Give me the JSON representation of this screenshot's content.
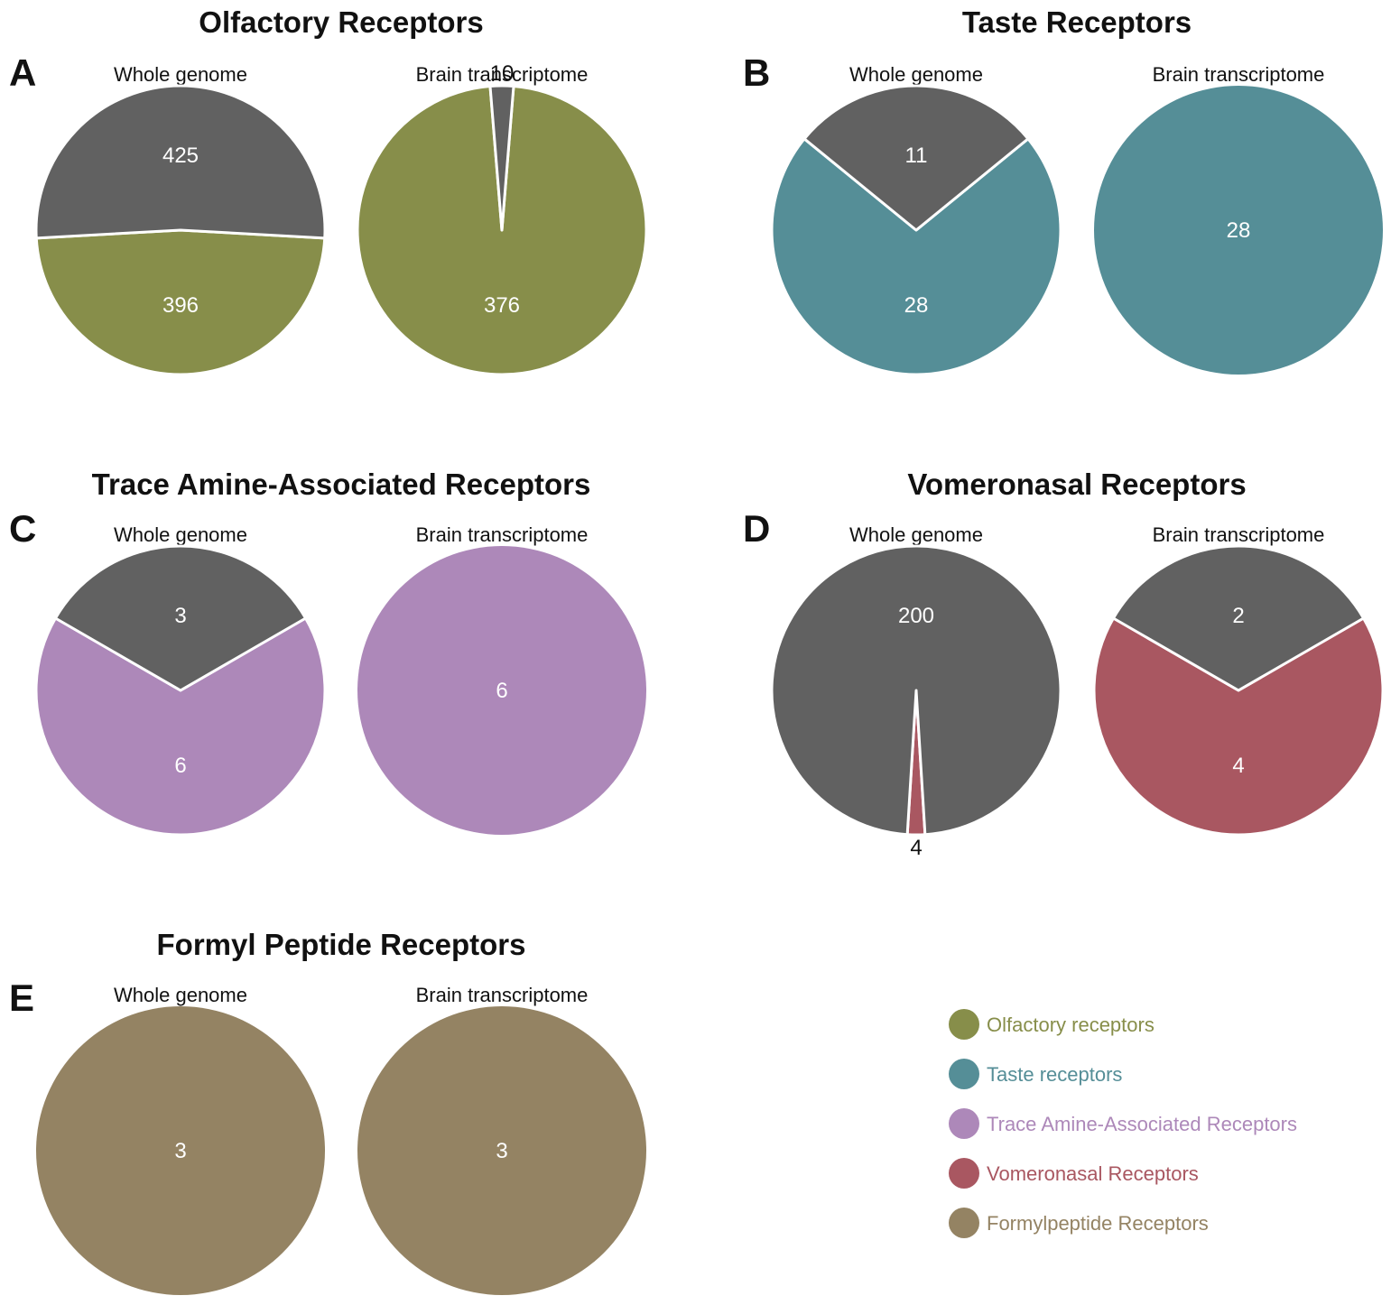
{
  "colors": {
    "Olfactory receptors": "#878e4a",
    "Taste receptors": "#558e97",
    "Trace Amine-Associated Receptors": "#ad88b9",
    "Vomeronasal Receptors": "#a95761",
    "Formylpeptide Receptors": "#948363",
    "other": "#616161"
  },
  "legend": [
    "Olfactory receptors",
    "Taste receptors",
    "Trace Amine-Associated Receptors",
    "Vomeronasal Receptors",
    "Formylpeptide Receptors"
  ],
  "chart_data": [
    {
      "type": "pie",
      "panel": "A",
      "title": "Olfactory Receptors",
      "category": "Olfactory receptors",
      "pies": [
        {
          "subtitle": "Whole genome",
          "slices": [
            {
              "series": "other",
              "value": 425
            },
            {
              "series": "Olfactory receptors",
              "value": 396
            }
          ]
        },
        {
          "subtitle": "Brain transcriptome",
          "slices": [
            {
              "series": "other",
              "value": 10
            },
            {
              "series": "Olfactory receptors",
              "value": 376
            }
          ]
        }
      ]
    },
    {
      "type": "pie",
      "panel": "B",
      "title": "Taste Receptors",
      "category": "Taste receptors",
      "pies": [
        {
          "subtitle": "Whole genome",
          "slices": [
            {
              "series": "other",
              "value": 11
            },
            {
              "series": "Taste receptors",
              "value": 28
            }
          ]
        },
        {
          "subtitle": "Brain transcriptome",
          "slices": [
            {
              "series": "Taste receptors",
              "value": 28
            }
          ]
        }
      ]
    },
    {
      "type": "pie",
      "panel": "C",
      "title": "Trace Amine-Associated Receptors",
      "category": "Trace Amine-Associated Receptors",
      "pies": [
        {
          "subtitle": "Whole genome",
          "slices": [
            {
              "series": "other",
              "value": 3
            },
            {
              "series": "Trace Amine-Associated Receptors",
              "value": 6
            }
          ]
        },
        {
          "subtitle": "Brain transcriptome",
          "slices": [
            {
              "series": "Trace Amine-Associated Receptors",
              "value": 6
            }
          ]
        }
      ]
    },
    {
      "type": "pie",
      "panel": "D",
      "title": "Vomeronasal Receptors",
      "category": "Vomeronasal Receptors",
      "pies": [
        {
          "subtitle": "Whole genome",
          "slices": [
            {
              "series": "other",
              "value": 200
            },
            {
              "series": "Vomeronasal Receptors",
              "value": 4
            }
          ]
        },
        {
          "subtitle": "Brain transcriptome",
          "slices": [
            {
              "series": "other",
              "value": 2
            },
            {
              "series": "Vomeronasal Receptors",
              "value": 4
            }
          ]
        }
      ]
    },
    {
      "type": "pie",
      "panel": "E",
      "title": "Formyl Peptide Receptors",
      "category": "Formylpeptide Receptors",
      "pies": [
        {
          "subtitle": "Whole genome",
          "slices": [
            {
              "series": "Formylpeptide Receptors",
              "value": 3
            }
          ]
        },
        {
          "subtitle": "Brain transcriptome",
          "slices": [
            {
              "series": "Formylpeptide Receptors",
              "value": 3
            }
          ]
        }
      ]
    }
  ]
}
